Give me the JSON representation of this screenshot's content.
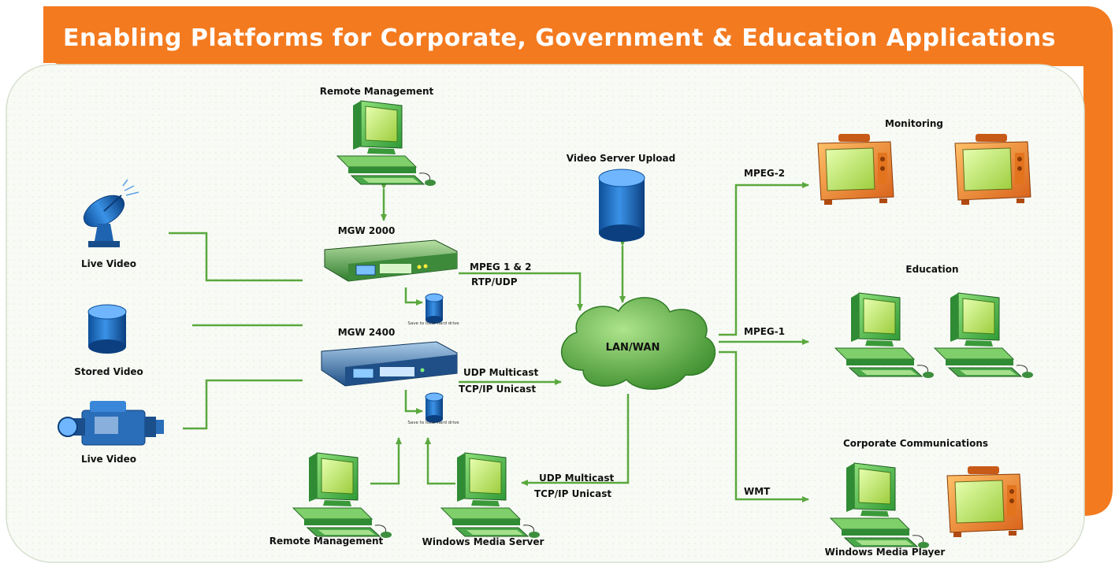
{
  "title": "Enabling Platforms for Corporate, Government & Education Applications",
  "colors": {
    "orange": "#f47a1f",
    "panel": "#f8fbf5",
    "connector": "#5aa83e",
    "monitor_green": "#4ec24e",
    "tv_orange": "#ef8d24",
    "cylinder_blue": "#1f6fc6",
    "cloud_green": "#5fae45"
  },
  "sources": [
    {
      "label": "Live Video",
      "icon": "satellite-dish-icon"
    },
    {
      "label": "Stored Video",
      "icon": "database-icon"
    },
    {
      "label": "Live Video",
      "icon": "video-camera-icon"
    }
  ],
  "devices": {
    "mgw2000": {
      "label": "MGW 2000",
      "storage_label": "Save to local hard drive"
    },
    "mgw2400": {
      "label": "MGW 2400",
      "storage_label": "Save to local hard drive"
    }
  },
  "remote_mgmt_top": "Remote Management",
  "remote_mgmt_bottom": "Remote Management",
  "windows_media_server": "Windows Media Server",
  "video_server_upload": "Video Server Upload",
  "cloud": "LAN/WAN",
  "links": {
    "mgw2000_l1": "MPEG 1 & 2",
    "mgw2000_l2": "RTP/UDP",
    "mgw2400_l1": "UDP Multicast",
    "mgw2400_l2": "TCP/IP Unicast",
    "wms_l1": "UDP Multicast",
    "wms_l2": "TCP/IP Unicast"
  },
  "outputs": {
    "mpeg2": "MPEG-2",
    "mpeg1": "MPEG-1",
    "wmt": "WMT"
  },
  "destinations": {
    "monitoring": "Monitoring",
    "education": "Education",
    "corporate": "Corporate Communications",
    "wmp": "Windows Media Player"
  }
}
